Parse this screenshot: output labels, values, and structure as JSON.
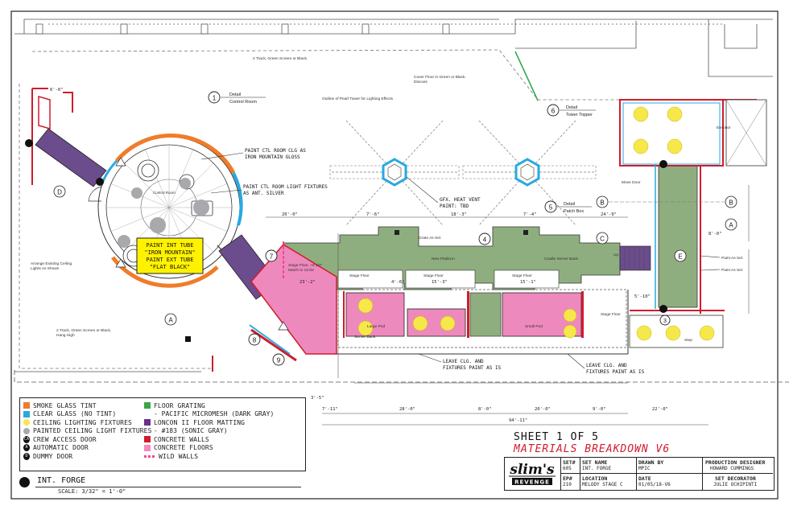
{
  "callouts": {
    "control_room": {
      "num": "1",
      "label": "Detail",
      "label2": "Control Room"
    },
    "tower_topper": {
      "num": "6",
      "label": "Detail",
      "label2": "Tower Topper"
    },
    "patch_box": {
      "num": "5",
      "label": "Detail",
      "label2": "Patch Box"
    },
    "c4": "4",
    "c7": "7",
    "c8": "8",
    "c9": "9",
    "c3": "3"
  },
  "section_markers": {
    "A": "A",
    "B": "B",
    "C": "C",
    "D": "D",
    "E": "E"
  },
  "notes": {
    "track_top": "2 Track, Green Screen or Black.",
    "cover_floor": "Cover Floor in Green or Black.",
    "cover_floor2": "Discuss",
    "pearl_tower": "Outline of Pearl Tower for Lighting Effects",
    "ctl_clg_1": "PAINT CTL ROOM CLG AS",
    "ctl_clg_2": "IRON MOUNTAIN GLOSS",
    "ctl_light_1": "PAINT CTL ROOM LIGHT FIXTURES",
    "ctl_light_2": "AS ANT. SILVER",
    "gfx_1": "GFX. HEAT VENT",
    "gfx_2": "PAINT: TBD",
    "grate": "Grate As Sel.",
    "new_platform": "New Platform",
    "cradle": "Cradle Server Bank",
    "stage_floor_a": "Stage Floor",
    "stage_floor_b": "Stage Floor",
    "stage_floor_c": "Stage Floor",
    "stage_floor_d": "Stage Floor",
    "stage_floor_e": "Stage Floor, +8 1/2\"",
    "match_circle": "Match to Circle",
    "server_bank": "Server Bank",
    "large_pod": "Large Pod",
    "small_pod": "Small Pod",
    "arrange_1": "Arrange Existing Ceiling",
    "arrange_2": "Lights As Shown",
    "track_bottom": "2 Track, Green Screen or Black,",
    "track_bottom2": "Hang High",
    "leave_1a": "LEAVE CLG. AND",
    "leave_1b": "FIXTURES PAINT AS IS",
    "leave_2a": "LEAVE CLG. AND",
    "leave_2b": "FIXTURES PAINT AS IS",
    "elevator": "Elevator",
    "move_door": "Move Door",
    "paint_as_sel_1": "Paint As Sel.",
    "paint_as_sel_2": "Paint As Sel.",
    "step": "Step",
    "up": "Up",
    "control_room_lbl": "Control Room",
    "yellow_box": [
      "PAINT INT TUBE",
      "\"IRON MOUNTAIN\"",
      "PAINT EXT TUBE",
      "\"FLAT BLACK\""
    ]
  },
  "dimensions": {
    "d_20_0": "20'-0\"",
    "d_7_6": "7'-6\"",
    "d_18_3": "18'-3\"",
    "d_7_4": "7'-4\"",
    "d_24_9": "24'-9\"",
    "d_23_2": "23'-2\"",
    "d_15_3": "15'-3\"",
    "d_15_1": "15'-1\"",
    "d_4_6": "4'-6\"",
    "d_8_0": "8'-0\"",
    "d_5_10": "5'-10\"",
    "d_3_5": "3'-5\"",
    "d_7_11": "7'-11\"",
    "d_28_0": "28'-0\"",
    "d_8_0b": "8'-0\"",
    "d_20_0b": "20'-0\"",
    "d_9_0": "9'-0\"",
    "d_22_0": "22'-0\"",
    "d_94_11": "94'-11\"",
    "d_6_0": "6'-0\""
  },
  "legend": {
    "left": [
      {
        "label": "SMOKE GLASS TINT",
        "color": "#f07c2a",
        "kind": "square"
      },
      {
        "label": "CLEAR GLASS (NO TINT)",
        "color": "#27a9e1",
        "kind": "square"
      },
      {
        "label": "CEILING LIGHTING FIXTURES",
        "color": "#f6e84a",
        "kind": "dot"
      },
      {
        "label": "PAINTED CEILING LIGHT FIXTURES",
        "color": "#a7a9ac",
        "kind": "dot"
      },
      {
        "label": "CREW ACCESS DOOR",
        "badge": "CA",
        "kind": "badge"
      },
      {
        "label": "AUTOMATIC DOOR",
        "badge": "A",
        "kind": "badge"
      },
      {
        "label": "DUMMY DOOR",
        "badge": "D",
        "kind": "badge"
      }
    ],
    "right": [
      {
        "label": "FLOOR GRATING",
        "color": "#3aa648",
        "kind": "square",
        "sub": "- PACIFIC MICROMESH (DARK GRAY)"
      },
      {
        "label": "LONCON II FLOOR MATTING",
        "color": "#6b2f8c",
        "kind": "square",
        "sub": "- #183 (SONIC GRAY)"
      },
      {
        "label": "CONCRETE WALLS",
        "color": "#d01c2c",
        "kind": "square"
      },
      {
        "label": "CONCRETE FLOORS",
        "color": "#f38bbd",
        "kind": "square"
      },
      {
        "label": "WILD WALLS",
        "color": "#ee4b8c",
        "kind": "line"
      }
    ]
  },
  "forge": {
    "title": "INT. FORGE",
    "scale": "SCALE: 3/32\" = 1'-0\""
  },
  "sheet": {
    "number": "SHEET 1 OF 5",
    "title": "MATERIALS BREAKDOWN V6"
  },
  "title_block": {
    "logo_top": "slim's",
    "logo_bottom": "REVENGE",
    "set_no_h": "SET#",
    "set_no_v": "605",
    "set_name_h": "SET NAME",
    "set_name_v": "INT. FORGE",
    "drawn_by_h": "DRAWN BY",
    "drawn_by_v": "MPIC",
    "ep_h": "EP#",
    "ep_v": "210",
    "location_h": "LOCATION",
    "location_v": "MELODY STAGE C",
    "date_h": "DATE",
    "date_v": "01/05/18-V6",
    "pd_h": "PRODUCTION DESIGNER",
    "pd_v": "HOWARD CUMMINGS",
    "sd_h": "SET DECORATOR",
    "sd_v": "JULIE OCHIPINTI"
  },
  "colors": {
    "green_floor": "#8fae7f",
    "pink_floor": "#ee89bd",
    "red_wall": "#d01c2c",
    "purple_mat": "#6b4c8c",
    "yellow_light": "#f6e84a",
    "orange_glass": "#f07c2a",
    "blue_glass": "#27a9e1"
  }
}
